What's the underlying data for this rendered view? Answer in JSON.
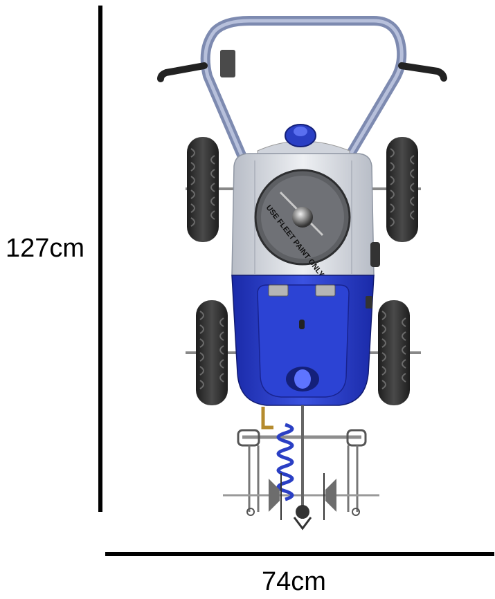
{
  "dimensions": {
    "height_label": "127cm",
    "width_label": "74cm"
  },
  "machine": {
    "lid_label": "USE FLEET PAINT ONLY"
  },
  "colors": {
    "body_blue": "#2a3fc4",
    "tank_grey": "#d8dbe0",
    "frame_steel": "#8a96b8",
    "tire": "#2b2b2b"
  }
}
